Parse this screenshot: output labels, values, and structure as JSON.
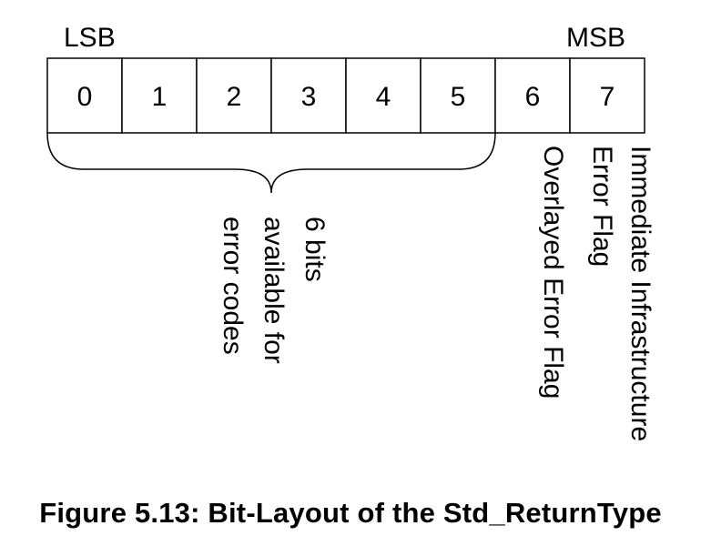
{
  "labels": {
    "lsb": "LSB",
    "msb": "MSB"
  },
  "bits": [
    "0",
    "1",
    "2",
    "3",
    "4",
    "5",
    "6",
    "7"
  ],
  "annotations": {
    "error_codes": [
      "6 bits",
      "available for",
      "error codes"
    ],
    "overlayed_flag": [
      "Overlayed Error Flag"
    ],
    "immediate_flag": [
      "Immediate Infrastructure",
      "Error Flag"
    ]
  },
  "caption": "Figure 5.13: Bit-Layout of the Std_ReturnType"
}
